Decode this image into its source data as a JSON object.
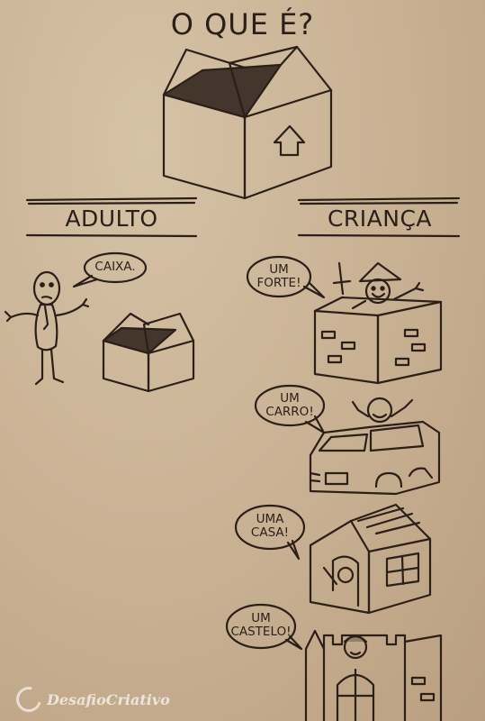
{
  "title": "O QUE É?",
  "headings": {
    "adult": "ADULTO",
    "child": "CRIANÇA"
  },
  "bubbles": {
    "adult": "CAIXA.",
    "fort_line1": "UM",
    "fort_line2": "FORTE!",
    "car_line1": "UM",
    "car_line2": "CARRO!",
    "house_line1": "UMA",
    "house_line2": "CASA!",
    "castle_line1": "UM",
    "castle_line2": "CASTELO!"
  },
  "watermark": "DesafioCriativo",
  "colors": {
    "paper": "#c9b295",
    "ink": "#2b1f18"
  }
}
